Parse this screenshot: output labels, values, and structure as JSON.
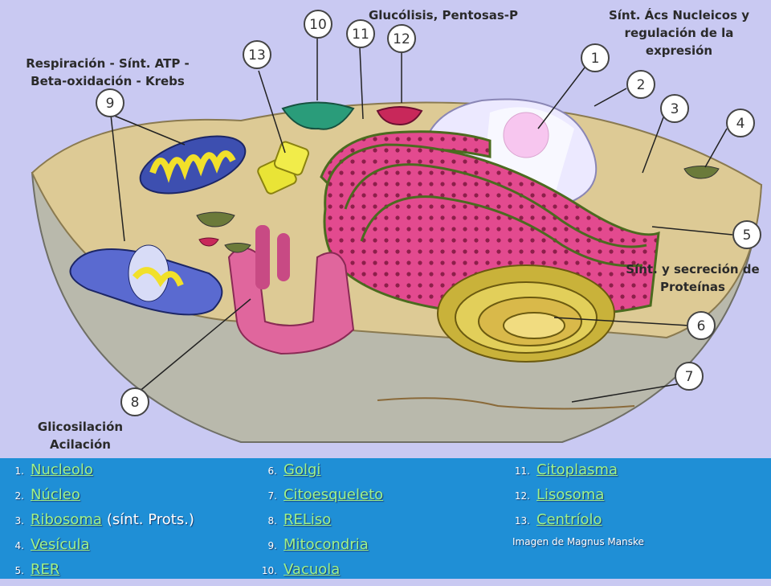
{
  "annotations": {
    "glycolysis": "Glucólisis,  Pentosas-P",
    "nucleic": "Sínt. Ács Nucleicos y regulación de la expresión",
    "respiration": "Respiración - Sínt. ATP - Beta-oxidación - Krebs",
    "proteins": "Sínt. y secreción de Proteínas",
    "glyco": "Glicosilación Acilación"
  },
  "callouts": [
    "1",
    "2",
    "3",
    "4",
    "5",
    "6",
    "7",
    "8",
    "9",
    "10",
    "11",
    "12",
    "13"
  ],
  "legend": {
    "col1": [
      {
        "n": "1.",
        "label": "Nucleolo",
        "note": ""
      },
      {
        "n": "2.",
        "label": "Núcleo",
        "note": ""
      },
      {
        "n": "3.",
        "label": "Ribosoma",
        "note": "(sínt. Prots.)"
      },
      {
        "n": "4.",
        "label": "Vesícula",
        "note": ""
      },
      {
        "n": "5.",
        "label": "RER",
        "note": ""
      }
    ],
    "col2": [
      {
        "n": "6.",
        "label": "Golgi"
      },
      {
        "n": "7.",
        "label": "Citoesqueleto"
      },
      {
        "n": "8.",
        "label": "RELiso"
      },
      {
        "n": "9.",
        "label": "Mitocondria"
      },
      {
        "n": "10.",
        "label": "Vacuola"
      }
    ],
    "col3": [
      {
        "n": "11.",
        "label": "Citoplasma"
      },
      {
        "n": "12.",
        "label": "Lisosoma"
      },
      {
        "n": "13.",
        "label": "Centríolo"
      }
    ],
    "credit": "Imagen de Magnus Manske"
  },
  "colors": {
    "background": "#c9c9f2",
    "footer": "#1f8fd6",
    "link": "#9ff28a"
  }
}
